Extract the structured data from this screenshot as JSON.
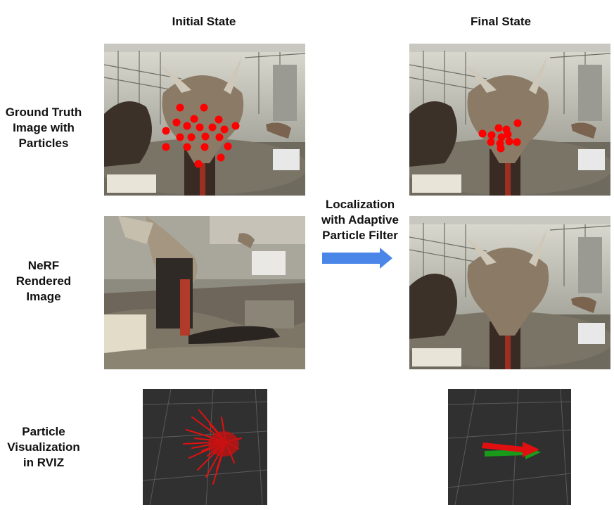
{
  "columns": {
    "initial": "Initial State",
    "final": "Final State"
  },
  "rows": {
    "ground_truth": [
      "Ground Truth",
      "Image with",
      "Particles"
    ],
    "nerf": [
      "NeRF",
      "Rendered",
      "Image"
    ],
    "particles": [
      "Particle",
      "Visualization",
      "in RVIZ"
    ]
  },
  "arrow": {
    "label": [
      "Localization",
      "with Adaptive",
      "Particle Filter"
    ],
    "color": "#4a86e8"
  },
  "colors": {
    "particle": "#ff0000",
    "rviz_bg": "#303030",
    "rviz_grid": "#5a5a5a",
    "rviz_particle": "#e01010",
    "rviz_heading_green": "#1a9a1a"
  }
}
